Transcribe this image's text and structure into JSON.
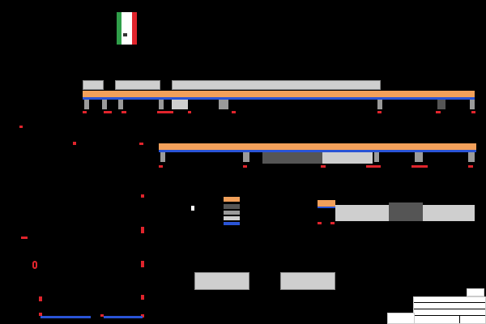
{
  "colors": {
    "background": "#000000",
    "orange": "#f2a05a",
    "gray_light": "#cfcfcf",
    "gray_mid": "#9a9a9a",
    "gray_dark": "#555555",
    "blue": "#2a54d6",
    "red": "#e0242c",
    "white": "#ffffff",
    "green": "#2f9e49"
  },
  "legend": {
    "swatches": [
      "orange",
      "gray-dark",
      "gray-mid",
      "gray-light",
      "blue"
    ]
  },
  "title_block": {
    "logo": "flag-logo"
  },
  "icons": [
    "flag-logo-icon",
    "red-dimension-marker-icon"
  ]
}
